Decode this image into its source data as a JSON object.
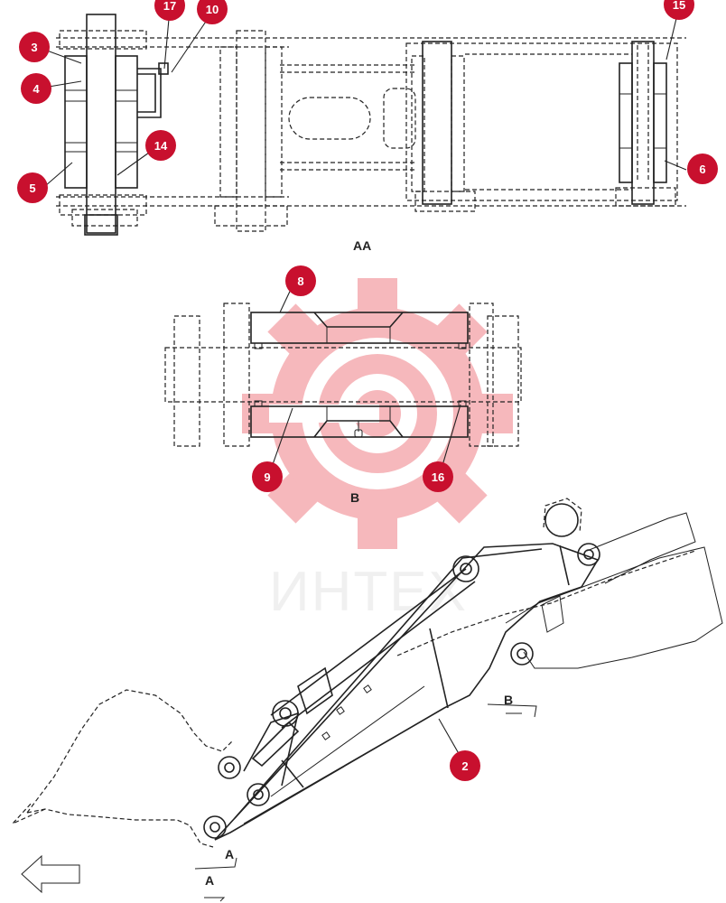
{
  "views": {
    "aa_label": "AA",
    "b_label": "B",
    "section_a_top": "A",
    "section_a_bottom": "A",
    "section_b": "B"
  },
  "watermark": {
    "text": "ИНТЕХ",
    "color": "#f07f86"
  },
  "callouts": {
    "c3": "3",
    "c4": "4",
    "c5": "5",
    "c17": "17",
    "c10": "10",
    "c14": "14",
    "c15": "15",
    "c6": "6",
    "c8": "8",
    "c9": "9",
    "c16": "16",
    "c2": "2"
  },
  "colors": {
    "callout": "#c8102e",
    "line": "#222222"
  }
}
